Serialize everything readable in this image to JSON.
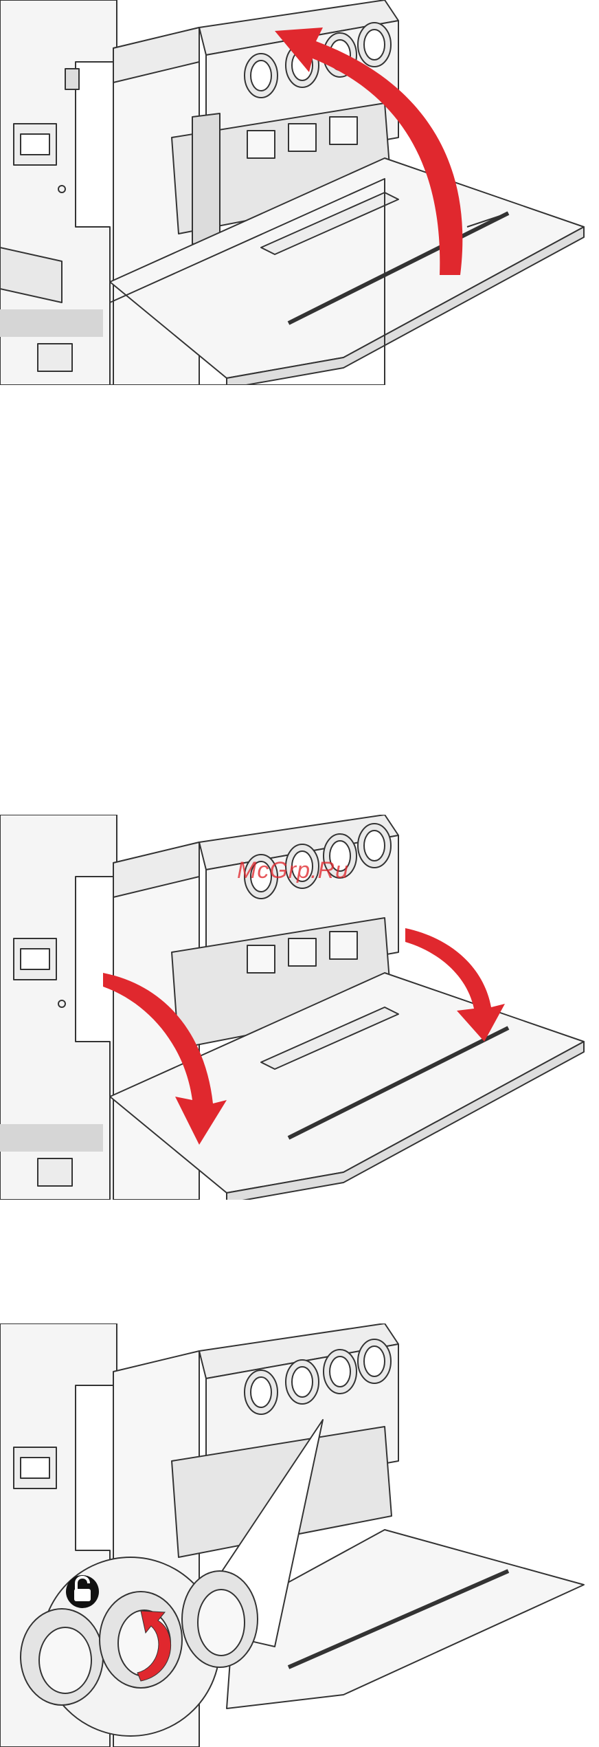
{
  "page": {
    "background": "#ffffff",
    "line_color": "#333333",
    "fill_color": "#f2f2f2",
    "shadow_color": "#d6d6d6",
    "arrow_color": "#e0282e"
  },
  "figures": [
    {
      "name": "open-cover-arrow",
      "arrow_icon": "curved-arrow-up-icon"
    },
    {
      "name": "close-cover-arrows",
      "arrow_icon": "curved-arrow-down-icon"
    },
    {
      "name": "unlock-cartridge-detail",
      "lock_icon": "unlocked-padlock-icon",
      "arrow_icon": "rotate-arrow-icon"
    }
  ],
  "watermark": {
    "text": "McGrp.Ru"
  }
}
